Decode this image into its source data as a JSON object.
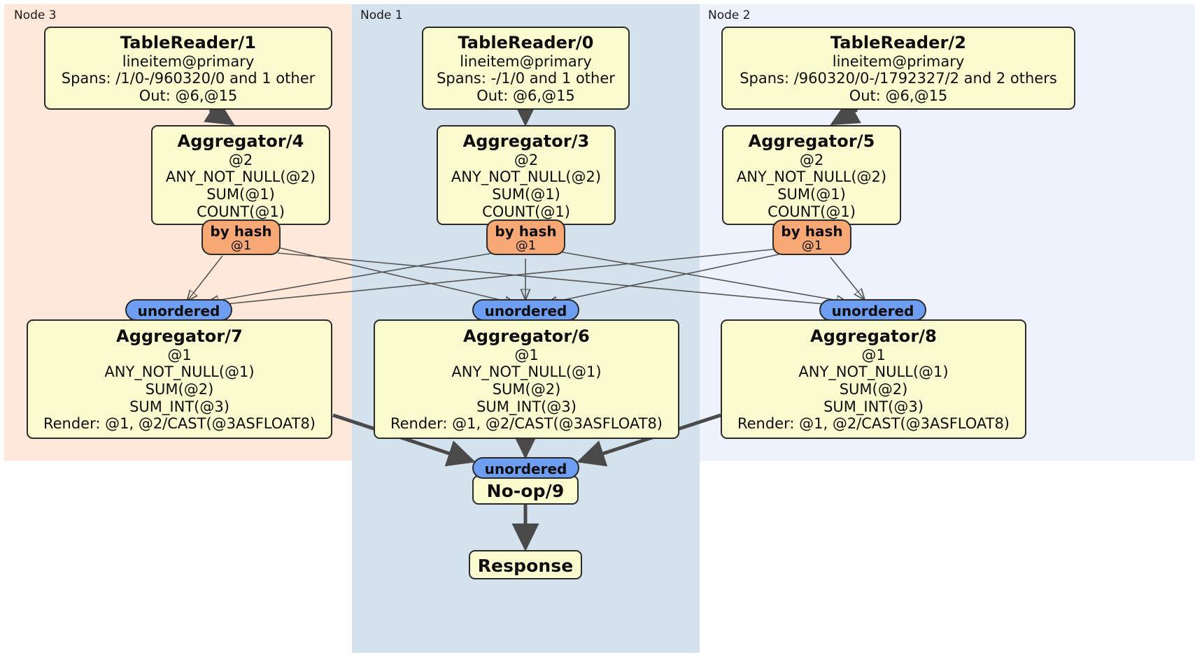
{
  "diagram": {
    "type": "distributed-query-plan",
    "panels": [
      {
        "id": "node3",
        "label": "Node 3",
        "color": "#fde8da"
      },
      {
        "id": "node1",
        "label": "Node 1",
        "color": "#d3e2ec"
      },
      {
        "id": "node2",
        "label": "Node 2",
        "color": "#edf2fd"
      }
    ],
    "processors": [
      {
        "id": "tablereader1",
        "panel": "node3",
        "title": "TableReader/1",
        "lines": [
          "lineitem@primary",
          "Spans: /1/0-/960320/0 and 1 other",
          "Out: @6,@15"
        ]
      },
      {
        "id": "tablereader0",
        "panel": "node1",
        "title": "TableReader/0",
        "lines": [
          "lineitem@primary",
          "Spans: -/1/0 and 1 other",
          "Out: @6,@15"
        ]
      },
      {
        "id": "tablereader2",
        "panel": "node2",
        "title": "TableReader/2",
        "lines": [
          "lineitem@primary",
          "Spans: /960320/0-/1792327/2 and 2 others",
          "Out: @6,@15"
        ]
      },
      {
        "id": "aggregator4",
        "panel": "node3",
        "title": "Aggregator/4",
        "lines": [
          "@2",
          "ANY_NOT_NULL(@2)",
          "SUM(@1)",
          "COUNT(@1)"
        ]
      },
      {
        "id": "aggregator3",
        "panel": "node1",
        "title": "Aggregator/3",
        "lines": [
          "@2",
          "ANY_NOT_NULL(@2)",
          "SUM(@1)",
          "COUNT(@1)"
        ]
      },
      {
        "id": "aggregator5",
        "panel": "node2",
        "title": "Aggregator/5",
        "lines": [
          "@2",
          "ANY_NOT_NULL(@2)",
          "SUM(@1)",
          "COUNT(@1)"
        ]
      },
      {
        "id": "aggregator7",
        "panel": "node3",
        "title": "Aggregator/7",
        "lines": [
          "@1",
          "ANY_NOT_NULL(@1)",
          "SUM(@2)",
          "SUM_INT(@3)",
          "Render: @1, @2/CAST(@3ASFLOAT8)"
        ]
      },
      {
        "id": "aggregator6",
        "panel": "node1",
        "title": "Aggregator/6",
        "lines": [
          "@1",
          "ANY_NOT_NULL(@1)",
          "SUM(@2)",
          "SUM_INT(@3)",
          "Render: @1, @2/CAST(@3ASFLOAT8)"
        ]
      },
      {
        "id": "aggregator8",
        "panel": "node2",
        "title": "Aggregator/8",
        "lines": [
          "@1",
          "ANY_NOT_NULL(@1)",
          "SUM(@2)",
          "SUM_INT(@3)",
          "Render: @1, @2/CAST(@3ASFLOAT8)"
        ]
      },
      {
        "id": "noop9",
        "panel": "node1",
        "title": "No-op/9",
        "lines": []
      },
      {
        "id": "response",
        "panel": "node1",
        "title": "Response",
        "lines": []
      }
    ],
    "routers": [
      {
        "id": "hash4",
        "panel": "node3",
        "kind": "by-hash",
        "label": "by hash",
        "sublabel": "@1"
      },
      {
        "id": "hash3",
        "panel": "node1",
        "kind": "by-hash",
        "label": "by hash",
        "sublabel": "@1"
      },
      {
        "id": "hash5",
        "panel": "node2",
        "kind": "by-hash",
        "label": "by hash",
        "sublabel": "@1"
      }
    ],
    "synchronizers": [
      {
        "id": "unordered7",
        "panel": "node3",
        "label": "unordered"
      },
      {
        "id": "unordered6",
        "panel": "node1",
        "label": "unordered"
      },
      {
        "id": "unordered8",
        "panel": "node2",
        "label": "unordered"
      },
      {
        "id": "unordered9",
        "panel": "node1",
        "label": "unordered"
      }
    ],
    "colors": {
      "node_fill": "#fbfbd0",
      "hash_fill": "#f7a875",
      "unordered_fill": "#6d9ef2",
      "stroke": "#2b2b2b",
      "thin_edge": "#555555"
    }
  }
}
